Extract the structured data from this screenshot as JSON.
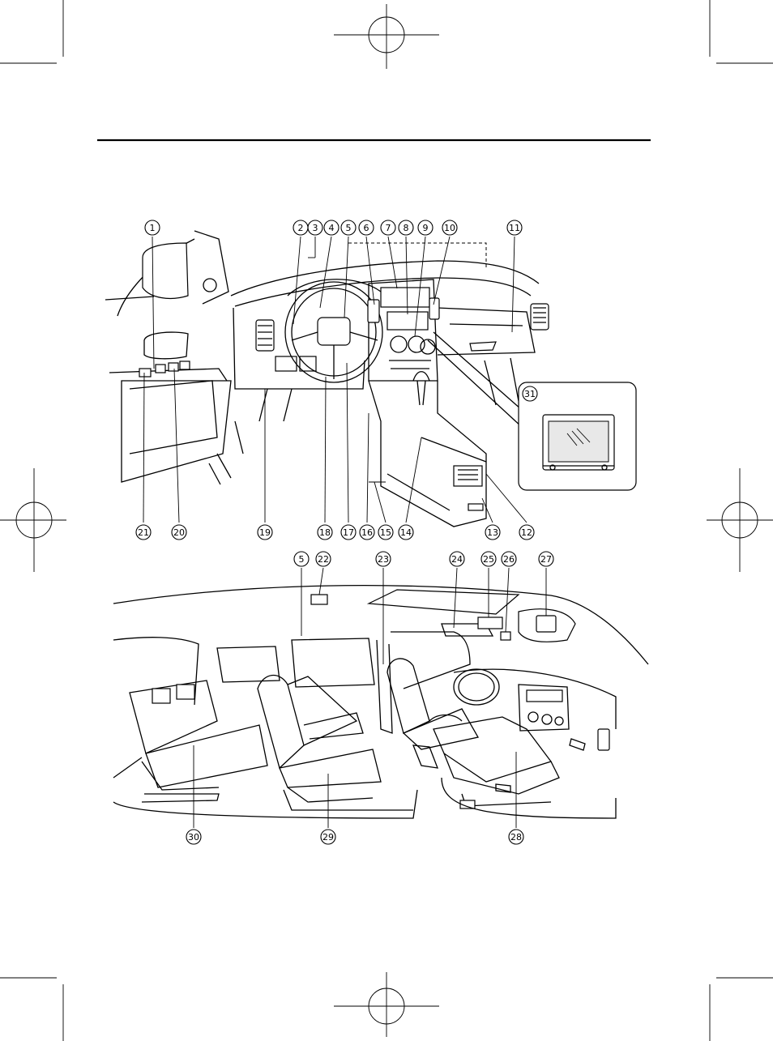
{
  "colors": {
    "ink": "#000000",
    "paper": "#ffffff"
  },
  "callouts": {
    "dashboard": [
      "1",
      "2",
      "3",
      "4",
      "5",
      "6",
      "7",
      "8",
      "9",
      "10",
      "11",
      "12",
      "13",
      "14",
      "15",
      "16",
      "17",
      "18",
      "19",
      "20",
      "21"
    ],
    "inset": "31",
    "cabin": [
      "5",
      "22",
      "23",
      "24",
      "25",
      "26",
      "27",
      "28",
      "29",
      "30"
    ]
  }
}
